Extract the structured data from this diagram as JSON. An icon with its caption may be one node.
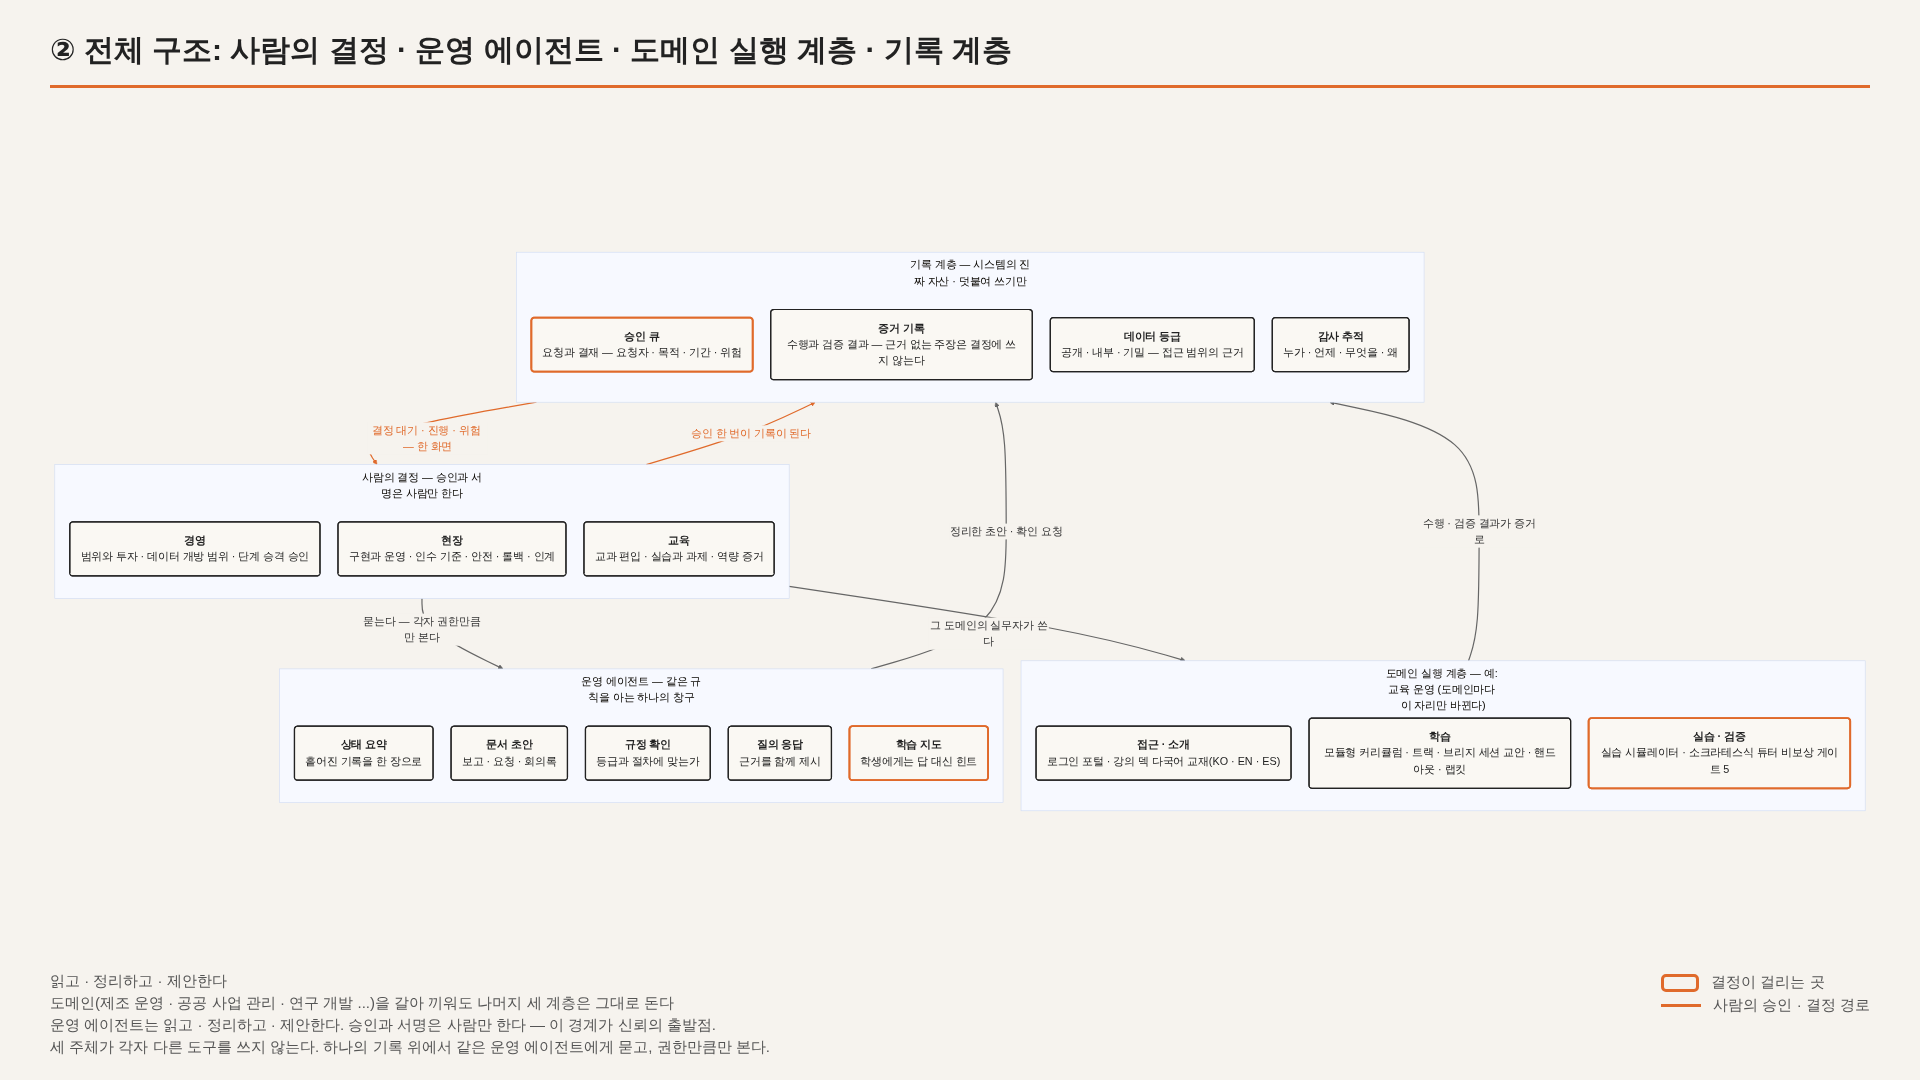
{
  "diagram": {
    "title": "② 전체 구조: 사람의 결정 · 운영 에이전트 · 도메인 실행 계층 · 기록 계층",
    "nodes": [
      {
        "text": [
          "사람의 결정 — 승인과 서명은 사람만 한다"
        ]
      },
      {
        "text": [
          "경영",
          "범위와 투자 · 데이터 개방 범위 · 단계 승격 승인"
        ],
        "in": 0
      },
      {
        "text": [
          "현장",
          "구현과 운영 · 인수 기준 · 안전 · 롤백 · 인계"
        ],
        "in": 0
      },
      {
        "text": [
          "교육",
          "교과 편입 · 실습과 과제 · 역량 증거"
        ],
        "in": 0
      },
      {
        "text": [
          "운영 에이전트 — 같은 규칙을 아는 하나의 창구"
        ]
      },
      {
        "text": [
          "상태 요약",
          "흩어진 기록을 한 장으로"
        ],
        "in": 4
      },
      {
        "text": [
          "문서 초안",
          "보고 · 요청 · 회의록"
        ],
        "in": 4
      },
      {
        "text": [
          "규정 확인",
          "등급과 절차에 맞는가"
        ],
        "in": 4
      },
      {
        "text": [
          "질의 응답",
          "근거를 함께 제시"
        ],
        "in": 4
      },
      {
        "text": [
          "학습 지도",
          "학생에게는 답 대신 힌트"
        ],
        "in": 4
      },
      {
        "text": [
          "도메인 실행 계층 — 예: 교육 운영 (도메인마다 이 자리만 바뀐다)"
        ]
      },
      {
        "text": [
          "접근 · 소개",
          "로그인 포털 · 강의 덱 다국어 교재(KO · EN · ES)"
        ],
        "in": 10
      },
      {
        "text": [
          "학습",
          "모듈형 커리큘럼 · 트랙 · 브리지 세션 교안 · 핸드아웃 · 랩킷"
        ],
        "in": 10
      },
      {
        "text": [
          "실습 · 검증",
          "실습 시뮬레이터 · 소크라테스식 튜터 비보상 게이트 5"
        ],
        "in": 10
      },
      {
        "text": [
          "기록 계층 — 시스템의 진짜 자산 · 덧붙여 쓰기만"
        ]
      },
      {
        "text": [
          "승인 큐",
          "요청과 결재 — 요청자 · 목적 · 기간 · 위험"
        ],
        "in": 14
      },
      {
        "text": [
          "증거 기록",
          "수행과 검증 결과 — 근거 없는 주장은 결정에 쓰지 않는다"
        ],
        "in": 14
      },
      {
        "text": [
          "데이터 등급",
          "공개 · 내부 · 기밀 — 접근 범위의 근거"
        ],
        "in": 14
      },
      {
        "text": [
          "감사 추적",
          "누가 · 언제 · 무엇을 · 왜"
        ],
        "in": 14
      }
    ],
    "edges": [
      {
        "from": 0,
        "to": 4,
        "arrow": "to",
        "label": "묻는다 — 각자 권한만큼만 본다"
      },
      {
        "from": 0,
        "to": 10,
        "arrow": "to",
        "label": "그 도메인의 실무자가 쓴다"
      },
      {
        "from": 4,
        "to": 14,
        "arrow": "to",
        "label": "정리한 초안 · 확인 요청"
      },
      {
        "from": 10,
        "to": 14,
        "arrow": "to",
        "label": "수행 · 검증 결과가 증거로"
      },
      {
        "from": 14,
        "to": 0,
        "arrow": "to",
        "label": "결정 대기 · 진행 · 위험 — 한 화면",
        "color": "#e06a2b"
      },
      {
        "from": 0,
        "to": 14,
        "arrow": "to",
        "label": "승인 한 번이 기록이 된다",
        "color": "#e06a2b"
      }
    ],
    "labels": [
      "읽고 · 정리하고 · 제안한다",
      "도메인(제조 운영 · 공공 사업 관리 · 연구 개발 ...)을 갈아 끼워도 나머지 세 계층은 그대로 돈다",
      "운영 에이전트는 읽고 · 정리하고 · 제안한다. 승인과 서명은 사람만 한다 — 이 경계가 신뢰의 출발점.",
      "세 주체가 각자 다른 도구를 쓰지 않는다. 하나의 기록 위에서 같은 운영 에이전트에게 묻고, 권한만큼만 본다."
    ],
    "legend": [
      {
        "text": "결정이 걸리는 곳"
      },
      {
        "text": "사람의 승인 · 결정 경로"
      }
    ]
  }
}
